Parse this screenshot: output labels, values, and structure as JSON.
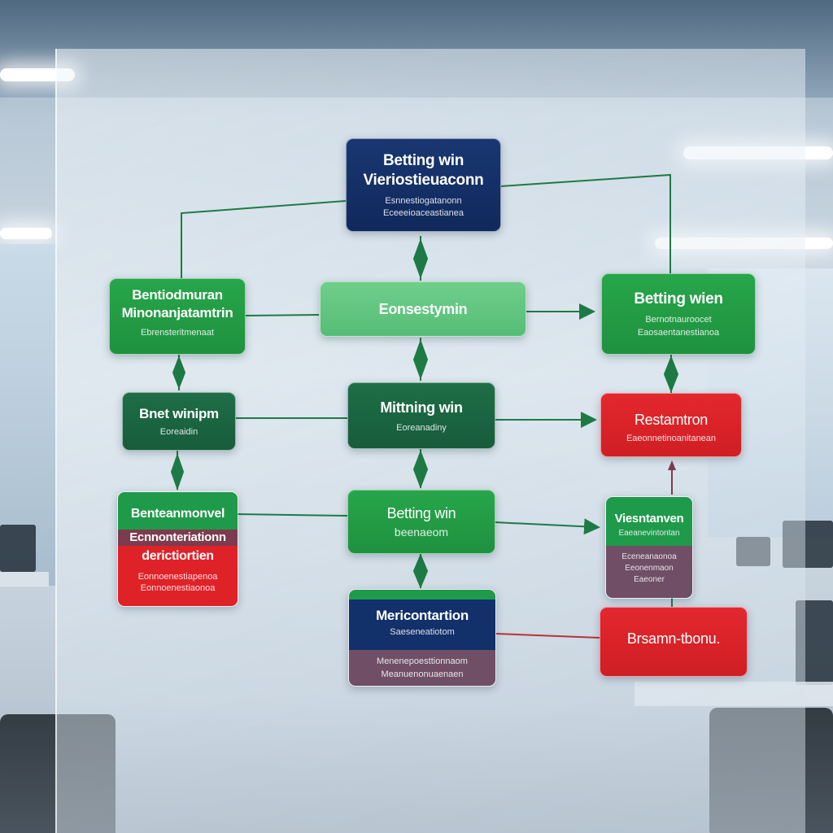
{
  "diagram": {
    "nodes": {
      "top": {
        "title": "Betting win",
        "title2": "Vieriostieuaconn",
        "sub1": "Esnnestiogatanonn",
        "sub2": "Eceeeioaceastianea"
      },
      "left1": {
        "title": "Bentiodmuran",
        "title2": "Minonanjatamtrin",
        "sub1": "Ebrensteritmenaat"
      },
      "center1": {
        "title": "Eonsestymin"
      },
      "right1": {
        "title": "Betting wien",
        "sub1": "Bernotnauroocet",
        "sub2": "Eaosaentanestianoa"
      },
      "left2": {
        "title": "Bnet winipm",
        "sub1": "Eoreaidin"
      },
      "center2": {
        "title": "Mittning win",
        "sub1": "Eoreanadiny"
      },
      "right2": {
        "title": "Restamtron",
        "sub1": "Eaeonnetinoanitanean"
      },
      "left3": {
        "title": "Benteanmonvel",
        "title2": "Ecnnonteriationn",
        "title3": "derictiortien",
        "sub1": "Eonnoenestiapenoa",
        "sub2": "Eonnoenestiaonoa"
      },
      "center3": {
        "title": "Betting win",
        "sub1": "beenaeom"
      },
      "right3": {
        "title": "Viesntanven",
        "sub1": "Eaeanevintontan",
        "sub2": "Eceneanaonoa",
        "sub3": "Eeonenmaon",
        "sub4": "Eaeoner"
      },
      "center4": {
        "title": "Mericontartion",
        "sub1": "Saeseneatiotom",
        "sub2": "Menenepoesttionnaom",
        "sub3": "Meanuenonuaenaen"
      },
      "right4": {
        "title": "Brsamn-tbonu."
      }
    }
  },
  "colors": {
    "navy": "#10295c",
    "green": "#1f9140",
    "light_green": "#56bd76",
    "dark_green": "#175c3b",
    "red": "#cf1e24",
    "connector": "#1e7a45",
    "connector_red": "#b8323a"
  }
}
